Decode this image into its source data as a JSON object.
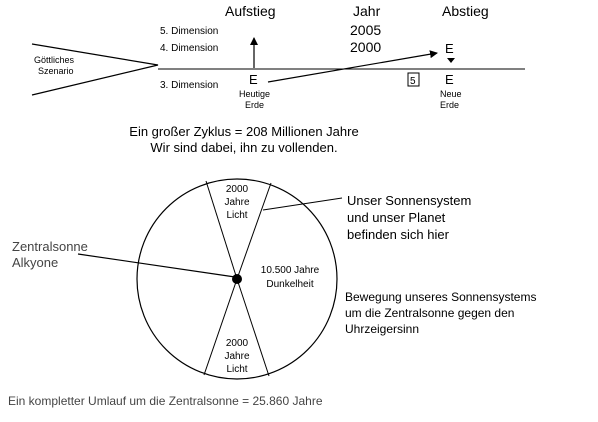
{
  "top": {
    "aufstieg": "Aufstieg",
    "jahr": "Jahr",
    "abstieg": "Abstieg",
    "year_2005": "2005",
    "year_2000": "2000",
    "dim5": "5. Dimension",
    "dim4": "4. Dimension",
    "dim3": "3. Dimension",
    "scenario_line1": "Göttliches",
    "scenario_line2": "Szenario",
    "e_left": "E",
    "heutige": "Heutige",
    "erde_left": "Erde",
    "e_right": "E",
    "neue": "Neue",
    "erde_right": "Erde",
    "box_num": "5",
    "zyklus_line1": "Ein großer Zyklus = 208 Millionen Jahre",
    "zyklus_line2": "Wir sind dabei, ihn zu vollenden."
  },
  "circle": {
    "seg_top_1": "2000",
    "seg_top_2": "Jahre",
    "seg_top_3": "Licht",
    "seg_bottom_1": "2000",
    "seg_bottom_2": "Jahre",
    "seg_bottom_3": "Licht",
    "dark_1": "10.500 Jahre",
    "dark_2": "Dunkelheit",
    "zentral_1": "Zentralsonne",
    "zentral_2": "Alkyone",
    "sonnen_1": "Unser Sonnensystem",
    "sonnen_2": "und unser Planet",
    "sonnen_3": "befinden sich hier",
    "beweg_1": "Bewegung unseres Sonnensystems",
    "beweg_2": "um die Zentralsonne gegen den",
    "beweg_3": "Uhrzeigersinn"
  },
  "footer": "Ein kompletter Umlauf um die Zentralsonne = 25.860 Jahre",
  "colors": {
    "ink": "#000000",
    "gray_text": "#444444",
    "background": "#ffffff"
  }
}
